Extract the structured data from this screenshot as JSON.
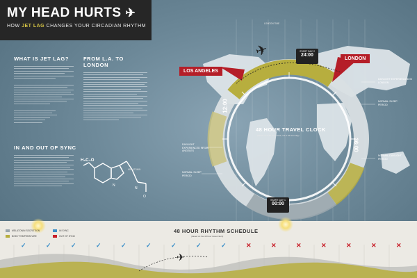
{
  "header": {
    "title": "MY HEAD HURTS",
    "plane_icon": "airplane-icon",
    "subtitle_pre": "HOW",
    "subtitle_accent": "JET LAG",
    "subtitle_post": "CHANGES YOUR CIRCADIAN RHYTHM"
  },
  "sections": {
    "what_is": "WHAT IS JET LAG?",
    "la_to_london": "FROM L.A. TO LONDON",
    "in_out_sync": "IN AND OUT OF SYNC",
    "melatonin_label": "MELATONIN"
  },
  "clock": {
    "title": "48 HOUR TRAVEL CLOCK",
    "subtitle": "(based on a 48 hour clock, not a 24 hour day)",
    "la_label": "LOS ANGELES",
    "london_label": "LONDON",
    "start_day2": "START DAY 2",
    "time_top": "24:00",
    "start_day1": "START DAY 1",
    "time_bottom": "00:00",
    "hour_left": "12:00",
    "hour_right": "36:00",
    "london_time_label": "LONDON TIME",
    "right_labels": [
      "DAYLIGHT EXPERIENCED IN LONDON",
      "NORMAL SLEEP PERIOD",
      "NORMAL DAYLIGHT PERIOD"
    ],
    "left_labels": [
      "DAYLIGHT EXPERIENCED IN LAS ANGELES",
      "NORMAL SLEEP PERIOD"
    ]
  },
  "schedule": {
    "title": "48 HOUR RHYTHM SCHEDULE",
    "subtitle": "(based on the 48 hour travel clock)",
    "legend": [
      {
        "label": "MELATONIN SECRETION",
        "color": "#9aa6ad"
      },
      {
        "label": "BODY TEMPERATURE",
        "color": "#b7ae3e"
      },
      {
        "label": "IN SYNC",
        "color": "#3c8fc9"
      },
      {
        "label": "OUT OF SYNC",
        "color": "#c8202a"
      }
    ],
    "sync_marks": [
      "in",
      "in",
      "in",
      "in",
      "in",
      "in",
      "in",
      "in",
      "in",
      "out",
      "out",
      "out",
      "out",
      "out",
      "out",
      "out"
    ]
  },
  "colors": {
    "accent_red": "#b51e28",
    "olive": "#b7ae3e",
    "dark": "#262626"
  }
}
